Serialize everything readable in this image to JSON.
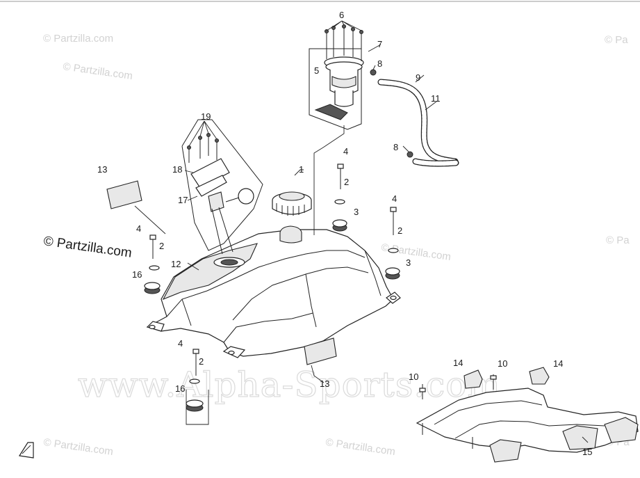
{
  "watermarks": {
    "partzilla": "© Partzilla.com",
    "partzilla_right_edge": "© Pa",
    "alpha_sports": "www.Alpha-Sports.com"
  },
  "callouts": {
    "c1": "1",
    "c2a": "2",
    "c2b": "2",
    "c2c": "2",
    "c2d": "2",
    "c3a": "3",
    "c3b": "3",
    "c4a": "4",
    "c4b": "4",
    "c4c": "4",
    "c4d": "4",
    "c5": "5",
    "c6": "6",
    "c7": "7",
    "c8a": "8",
    "c8b": "8",
    "c9": "9",
    "c10a": "10",
    "c10b": "10",
    "c11": "11",
    "c12": "12",
    "c13a": "13",
    "c13b": "13",
    "c14a": "14",
    "c14b": "14",
    "c15": "15",
    "c16a": "16",
    "c16b": "16",
    "c17": "17",
    "c18": "18",
    "c19": "19"
  },
  "icons": {
    "direction": "direction-arrow-icon"
  }
}
